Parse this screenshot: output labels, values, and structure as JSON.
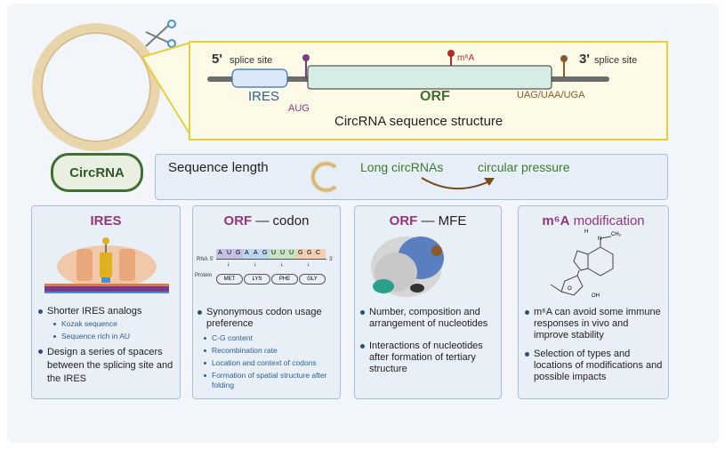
{
  "callout": {
    "five_prime": "5'",
    "five_splice": "splice site",
    "three_prime": "3'",
    "three_splice": "splice site",
    "ires": "IRES",
    "aug": "AUG",
    "orf": "ORF",
    "m6a": "m⁶A",
    "stop": "UAG/UAA/UGA",
    "caption": "CircRNA sequence structure"
  },
  "circrna_label": "CircRNA",
  "sequence": {
    "label": "Sequence length",
    "long": "Long circRNAs",
    "pressure": "circular pressure"
  },
  "ires_card": {
    "title": "IRES",
    "b1": "Shorter IRES analogs",
    "s1": "Kozak sequence",
    "s2": "Sequence rich in AU",
    "b2": "Design a series of spacers between the splicing site and the IRES"
  },
  "codon_card": {
    "title_a": "ORF",
    "title_b": " — codon",
    "rna": "RNA",
    "protein": "Protein",
    "five": "5'",
    "three": "3'",
    "bases": [
      "A",
      "U",
      "G",
      "A",
      "A",
      "G",
      "U",
      "U",
      "U",
      "G",
      "G",
      "C"
    ],
    "aa": [
      "MET",
      "LYS",
      "PHE",
      "GLY"
    ],
    "b1": "Synonymous codon usage preference",
    "s1": "C-G content",
    "s2": "Recombination rate",
    "s3": "Location and context of codons",
    "s4": "Formation of spatial structure after folding"
  },
  "mfe_card": {
    "title_a": "ORF",
    "title_b": " — MFE",
    "b1": "Number, composition and arrangement of nucleotides",
    "b2": "Interactions of nucleotides after formation of tertiary structure"
  },
  "m6a_card": {
    "title_a": "m⁶A",
    "title_b": " modification",
    "b1": "m⁶A can avoid some immune responses in vivo and improve stability",
    "b2": "Selection of types and locations of modifications and possible impacts",
    "h": "H",
    "n": "N",
    "ch3": "CH₃",
    "oh": "OH",
    "o": "O"
  },
  "colors": {
    "purple": "#93367a",
    "green": "#3f6f33",
    "blue": "#2b5f96",
    "gold": "#e6cf3c"
  }
}
